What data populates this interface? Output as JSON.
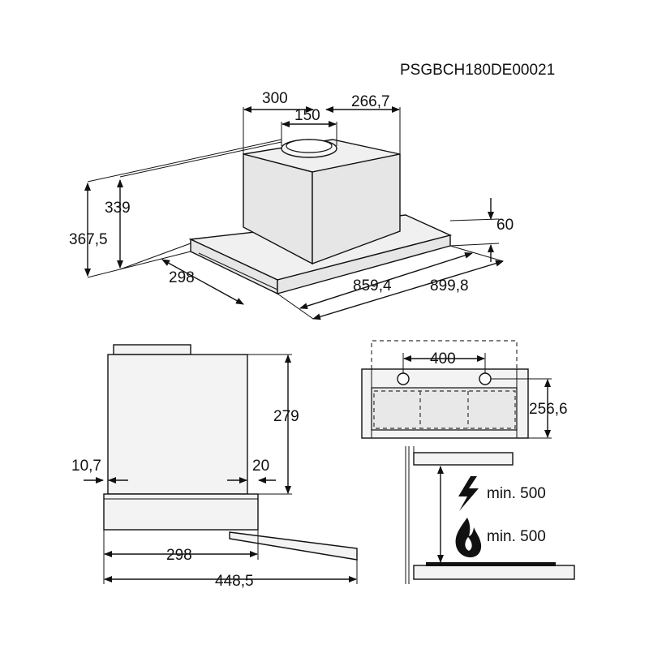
{
  "model_code": "PSGBCH180DE00021",
  "top_view": {
    "width_chimney": "300",
    "offset_chimney": "266,7",
    "duct_diameter": "150",
    "height_inner": "339",
    "height_total": "367,5",
    "depth": "298",
    "thickness": "60",
    "width_inner": "859,4",
    "width_total": "899,8"
  },
  "side_view": {
    "height": "279",
    "left_offset": "10,7",
    "right_offset": "20",
    "depth": "298",
    "extended_depth": "448,5"
  },
  "front_view": {
    "hole_spacing": "400",
    "height": "256,6"
  },
  "installation": {
    "electric_min": "min. 500",
    "gas_min": "min. 500"
  }
}
